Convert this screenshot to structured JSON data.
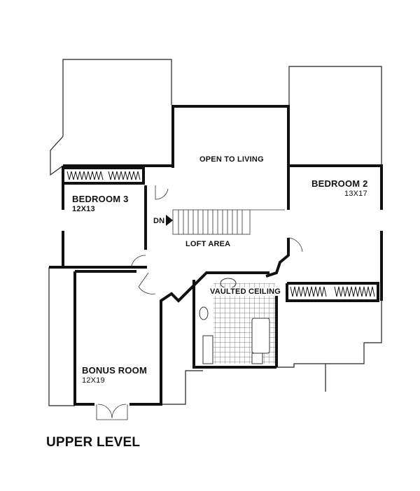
{
  "plan": {
    "title": "UPPER LEVEL",
    "rooms": [
      {
        "name": "OPEN TO LIVING",
        "size": ""
      },
      {
        "name": "BEDROOM 2",
        "size": "13X17"
      },
      {
        "name": "BEDROOM 3",
        "size": "12X13"
      },
      {
        "name": "LOFT AREA",
        "size": ""
      },
      {
        "name": "VAULTED CEILING",
        "size": ""
      },
      {
        "name": "BONUS ROOM",
        "size": "12X19"
      }
    ],
    "stair_label": "DN"
  }
}
